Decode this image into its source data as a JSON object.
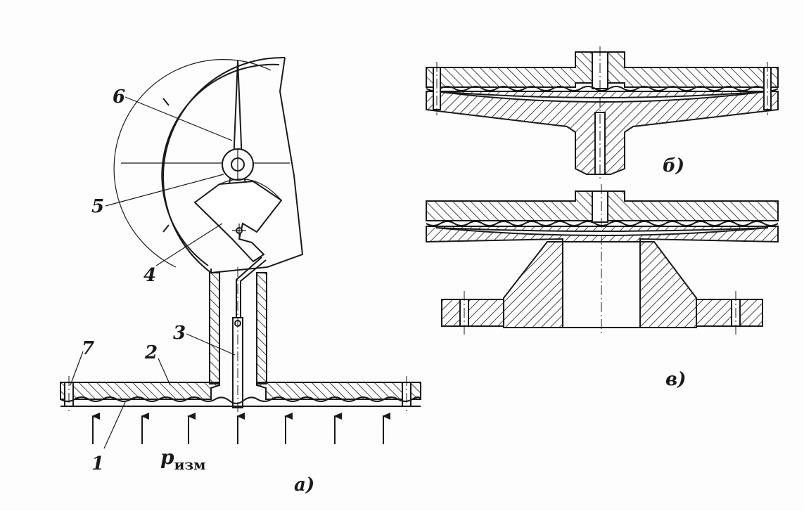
{
  "figure": {
    "panel_a": {
      "caption": "а)",
      "pressure_label": "p",
      "pressure_subscript": "изм",
      "parts": [
        "1",
        "2",
        "3",
        "4",
        "5",
        "6",
        "7"
      ]
    },
    "panel_b": {
      "caption": "б)"
    },
    "panel_v": {
      "caption": "в)"
    }
  },
  "colors": {
    "ink": "#1a1a1a",
    "paper": "#fdfdfd"
  }
}
